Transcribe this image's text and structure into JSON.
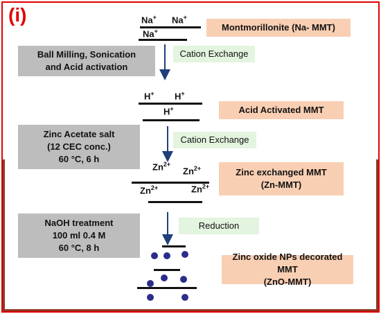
{
  "panel_label": "(i)",
  "stages": [
    {
      "ions": [
        {
          "symbol": "Na",
          "charge": "+"
        },
        {
          "symbol": "Na",
          "charge": "+"
        },
        {
          "symbol": "Na",
          "charge": "+"
        }
      ],
      "label": "Montmorillonite (Na- MMT)"
    },
    {
      "ions": [
        {
          "symbol": "H",
          "charge": "+"
        },
        {
          "symbol": "H",
          "charge": "+"
        },
        {
          "symbol": "H",
          "charge": "+"
        }
      ],
      "label": "Acid Activated MMT"
    },
    {
      "ions": [
        {
          "symbol": "Zn",
          "charge": "2+"
        },
        {
          "symbol": "Zn",
          "charge": "2+"
        },
        {
          "symbol": "Zn",
          "charge": "2+"
        },
        {
          "symbol": "Zn",
          "charge": "2+"
        }
      ],
      "label_lines": [
        "Zinc exchanged MMT",
        "(Zn-MMT)"
      ]
    },
    {
      "label_lines": [
        "Zinc oxide NPs decorated MMT",
        "(ZnO-MMT)"
      ]
    }
  ],
  "steps": [
    {
      "condition_lines": [
        "Ball Milling, Sonication",
        "and Acid activation"
      ],
      "process": "Cation Exchange"
    },
    {
      "condition_lines": [
        "Zinc Acetate salt",
        "(12 CEC conc.)",
        "60 °C, 6 h"
      ],
      "process": "Cation Exchange"
    },
    {
      "condition_lines": [
        "NaOH treatment",
        "100 ml 0.4 M",
        "60 °C, 8 h"
      ],
      "process": "Reduction"
    }
  ],
  "colors": {
    "frame": "#e00000",
    "frame_lower": "#8b3a24",
    "condition_box": "#bdbdbd",
    "product_box": "#f9cfb3",
    "process_box": "#e3f4df",
    "arrow": "#1f3f7a",
    "nanoparticle": "#2c2c8c"
  }
}
